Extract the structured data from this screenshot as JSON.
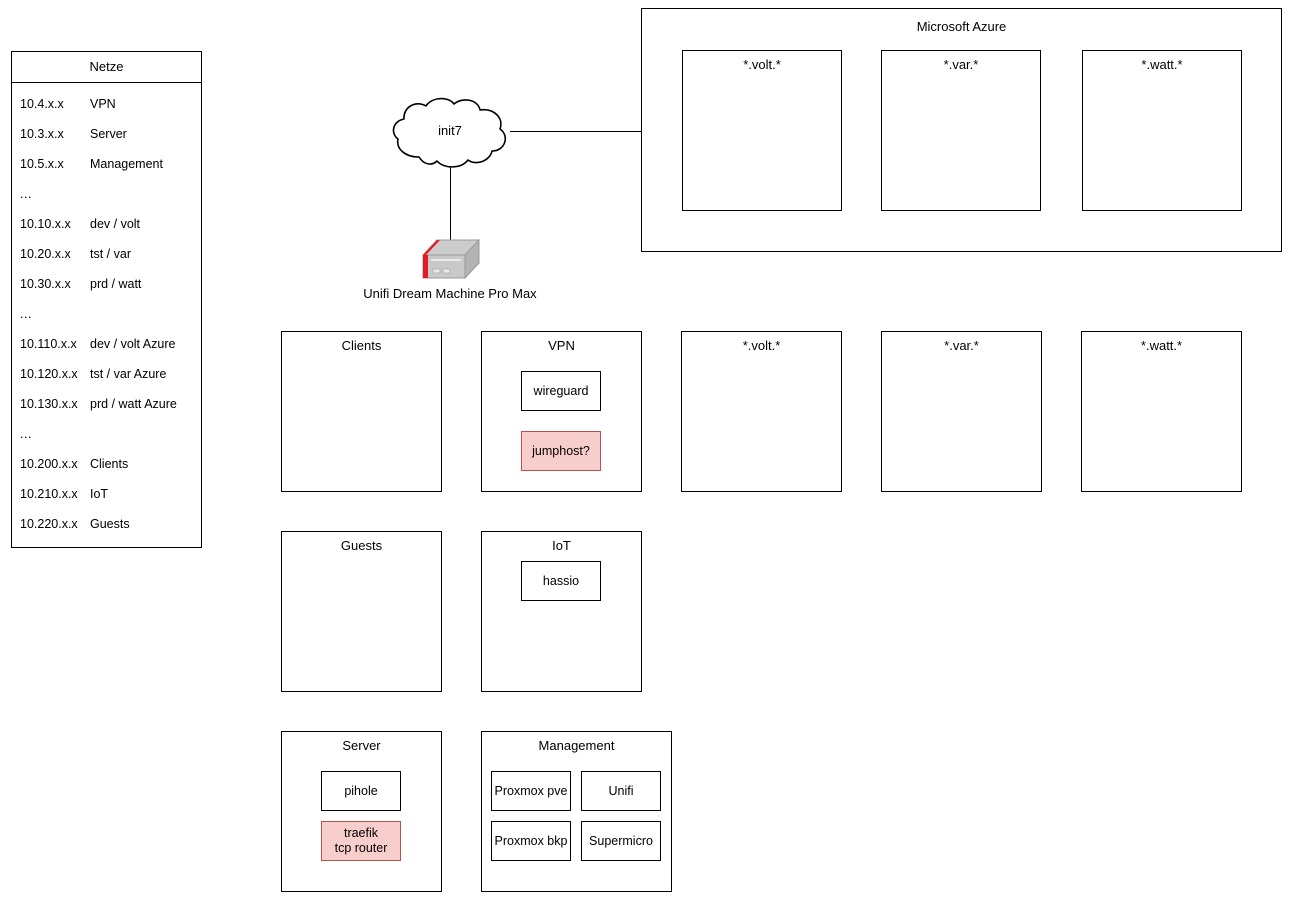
{
  "netze": {
    "title": "Netze",
    "rows": [
      {
        "ip": "10.4.x.x",
        "name": "VPN"
      },
      {
        "ip": "10.3.x.x",
        "name": "Server"
      },
      {
        "ip": "10.5.x.x",
        "name": "Management"
      },
      {
        "ip": "...",
        "name": ""
      },
      {
        "ip": "10.10.x.x",
        "name": "dev / volt"
      },
      {
        "ip": "10.20.x.x",
        "name": "tst / var"
      },
      {
        "ip": "10.30.x.x",
        "name": "prd / watt"
      },
      {
        "ip": "...",
        "name": ""
      },
      {
        "ip": "10.110.x.x",
        "name": "dev / volt Azure"
      },
      {
        "ip": "10.120.x.x",
        "name": "tst / var Azure"
      },
      {
        "ip": "10.130.x.x",
        "name": "prd / watt Azure"
      },
      {
        "ip": "...",
        "name": ""
      },
      {
        "ip": "10.200.x.x",
        "name": "Clients"
      },
      {
        "ip": "10.210.x.x",
        "name": "IoT"
      },
      {
        "ip": "10.220.x.x",
        "name": "Guests"
      }
    ]
  },
  "cloud": {
    "label": "init7"
  },
  "router": {
    "label": "Unifi Dream Machine Pro Max"
  },
  "azure": {
    "title": "Microsoft Azure",
    "zones": [
      {
        "title": "*.volt.*"
      },
      {
        "title": "*.var.*"
      },
      {
        "title": "*.watt.*"
      }
    ]
  },
  "vlans": [
    {
      "title": "Clients",
      "services": []
    },
    {
      "title": "VPN",
      "services": [
        {
          "label": "wireguard",
          "color": "white"
        },
        {
          "label": "jumphost?",
          "color": "red"
        }
      ]
    },
    {
      "title": "*.volt.*",
      "services": []
    },
    {
      "title": "*.var.*",
      "services": []
    },
    {
      "title": "*.watt.*",
      "services": []
    },
    {
      "title": "Guests",
      "services": []
    },
    {
      "title": "IoT",
      "services": [
        {
          "label": "hassio",
          "color": "white"
        }
      ]
    },
    {
      "title": "Server",
      "services": [
        {
          "label": "pihole",
          "color": "white"
        },
        {
          "label": "traefik\ntcp router",
          "color": "red"
        }
      ]
    },
    {
      "title": "Management",
      "services": [
        {
          "label": "Proxmox pve",
          "color": "white"
        },
        {
          "label": "Unifi",
          "color": "white"
        },
        {
          "label": "Proxmox bkp",
          "color": "white"
        },
        {
          "label": "Supermicro",
          "color": "white"
        }
      ]
    }
  ],
  "colors": {
    "stroke": "#000000",
    "background": "#ffffff",
    "red_fill": "#f8cecc",
    "red_stroke": "#b85450",
    "device_body": "#c0c0c0",
    "device_accent": "#e51b24"
  }
}
